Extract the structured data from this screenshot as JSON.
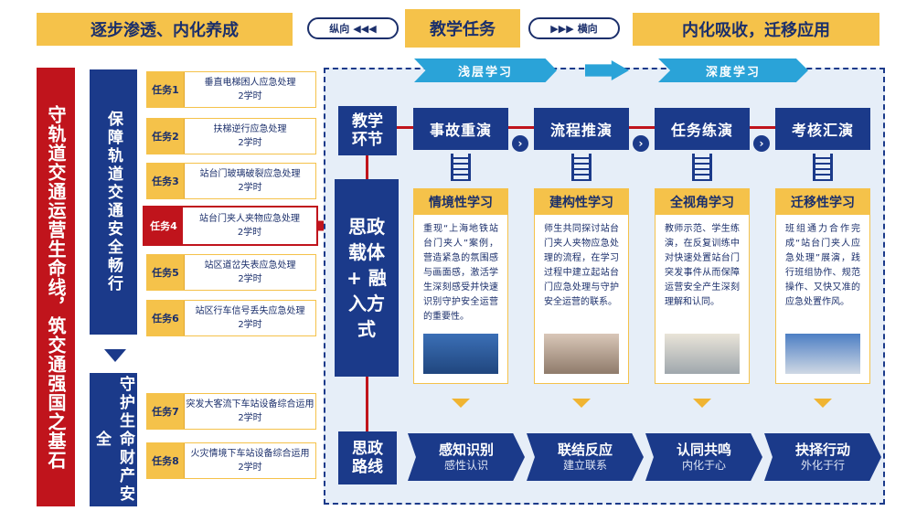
{
  "header": {
    "left_banner": "逐步渗透、内化养成",
    "vertical_pill": "纵向",
    "center_banner": "教学任务",
    "horizontal_pill": "横向",
    "right_banner": "内化吸收，迁移应用"
  },
  "main_title": "守轨道交通运营生命线，筑交通强国之基石",
  "group1_label": "保障轨道交通安全畅行",
  "group2_label": "守护生命财产安全",
  "tasks": [
    {
      "label": "任务1",
      "name": "垂直电梯困人应急处理",
      "hours": "2学时"
    },
    {
      "label": "任务2",
      "name": "扶梯逆行应急处理",
      "hours": "2学时"
    },
    {
      "label": "任务3",
      "name": "站台门玻璃破裂应急处理",
      "hours": "2学时"
    },
    {
      "label": "任务4",
      "name": "站台门夹人夹物应急处理",
      "hours": "2学时"
    },
    {
      "label": "任务5",
      "name": "站区道岔失表应急处理",
      "hours": "2学时"
    },
    {
      "label": "任务6",
      "name": "站区行车信号丢失应急处理",
      "hours": "2学时"
    },
    {
      "label": "任务7",
      "name": "突发大客流下车站设备综合运用",
      "hours": "2学时"
    },
    {
      "label": "任务8",
      "name": "火灾情境下车站设备综合运用",
      "hours": "2学时"
    }
  ],
  "phase_labels": {
    "shallow": "浅层学习",
    "deep": "深度学习"
  },
  "side_labels": {
    "teaching_link": "教学环节",
    "carrier": "思政载体 + 融入方式",
    "route": "思政路线"
  },
  "stages": [
    "事故重演",
    "流程推演",
    "任务练演",
    "考核汇演"
  ],
  "learning_cards": [
    {
      "title": "情境性学习",
      "text": "重现“上海地铁站台门夹人”案例，营造紧急的氛围感与画面感，激活学生深刻感受并快速识别守护安全运营的重要性。"
    },
    {
      "title": "建构性学习",
      "text": "师生共同探讨站台门夹人夹物应急处理的流程，在学习过程中建立起站台门应急处理与守护安全运营的联系。"
    },
    {
      "title": "全视角学习",
      "text": "教师示范、学生练演，在反复训练中对快速处置站台门突发事件从而保障运营安全产生深刻理解和认同。"
    },
    {
      "title": "迁移性学习",
      "text": "班组通力合作完成“站台门夹人应急处理”展演，践行班组协作、规范操作、又快又准的应急处置作风。"
    }
  ],
  "route_steps": [
    {
      "main": "感知识别",
      "sub": "感性认识"
    },
    {
      "main": "联结反应",
      "sub": "建立联系"
    },
    {
      "main": "认同共鸣",
      "sub": "内化于心"
    },
    {
      "main": "抉择行动",
      "sub": "外化于行"
    }
  ],
  "colors": {
    "navy": "#1b3a8a",
    "gold": "#f5c24a",
    "red": "#c0141c",
    "sky": "#2aa3d8",
    "panel": "#e6eef8"
  }
}
